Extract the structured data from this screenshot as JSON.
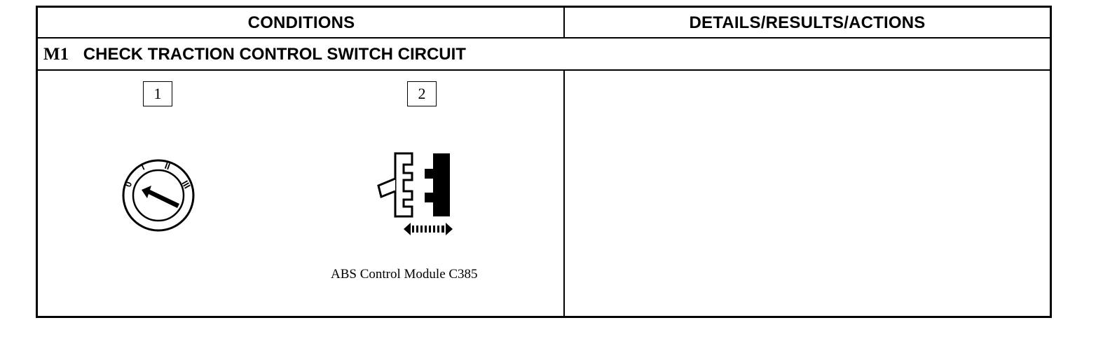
{
  "header": {
    "conditions": "CONDITIONS",
    "details": "DETAILS/RESULTS/ACTIONS"
  },
  "step": {
    "number": "M1",
    "title": "CHECK TRACTION CONTROL SWITCH CIRCUIT"
  },
  "illustrations": [
    {
      "label": "1",
      "icon": "ignition-switch-off-icon"
    },
    {
      "label": "2",
      "icon": "connector-disconnect-icon",
      "caption": "ABS Control Module C385"
    }
  ],
  "ignition_positions": [
    "0",
    "I",
    "II",
    "III"
  ],
  "details": ""
}
